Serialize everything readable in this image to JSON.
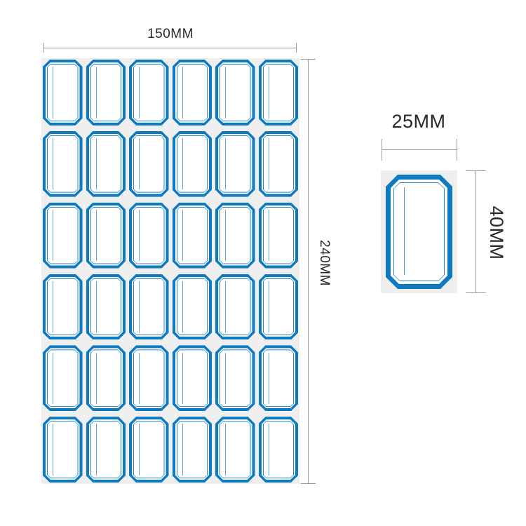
{
  "title": "Self-adhesive blank label stickers size diagram",
  "colors": {
    "label_blue": "#0e7ac0",
    "inner_frame_blue": "#2486c5",
    "writing_line_blue": "#5ea6d8",
    "sheet_backing_gray": "#efefef",
    "dimension_line_gray": "#999999",
    "dimension_text": "#2b2728",
    "page_background": "#ffffff"
  },
  "sheet": {
    "rows": 6,
    "columns": 6,
    "label_count": 36,
    "width_dimension": "150MM",
    "height_dimension": "240MM"
  },
  "single_label": {
    "width_dimension": "25MM",
    "height_dimension": "40MM"
  }
}
